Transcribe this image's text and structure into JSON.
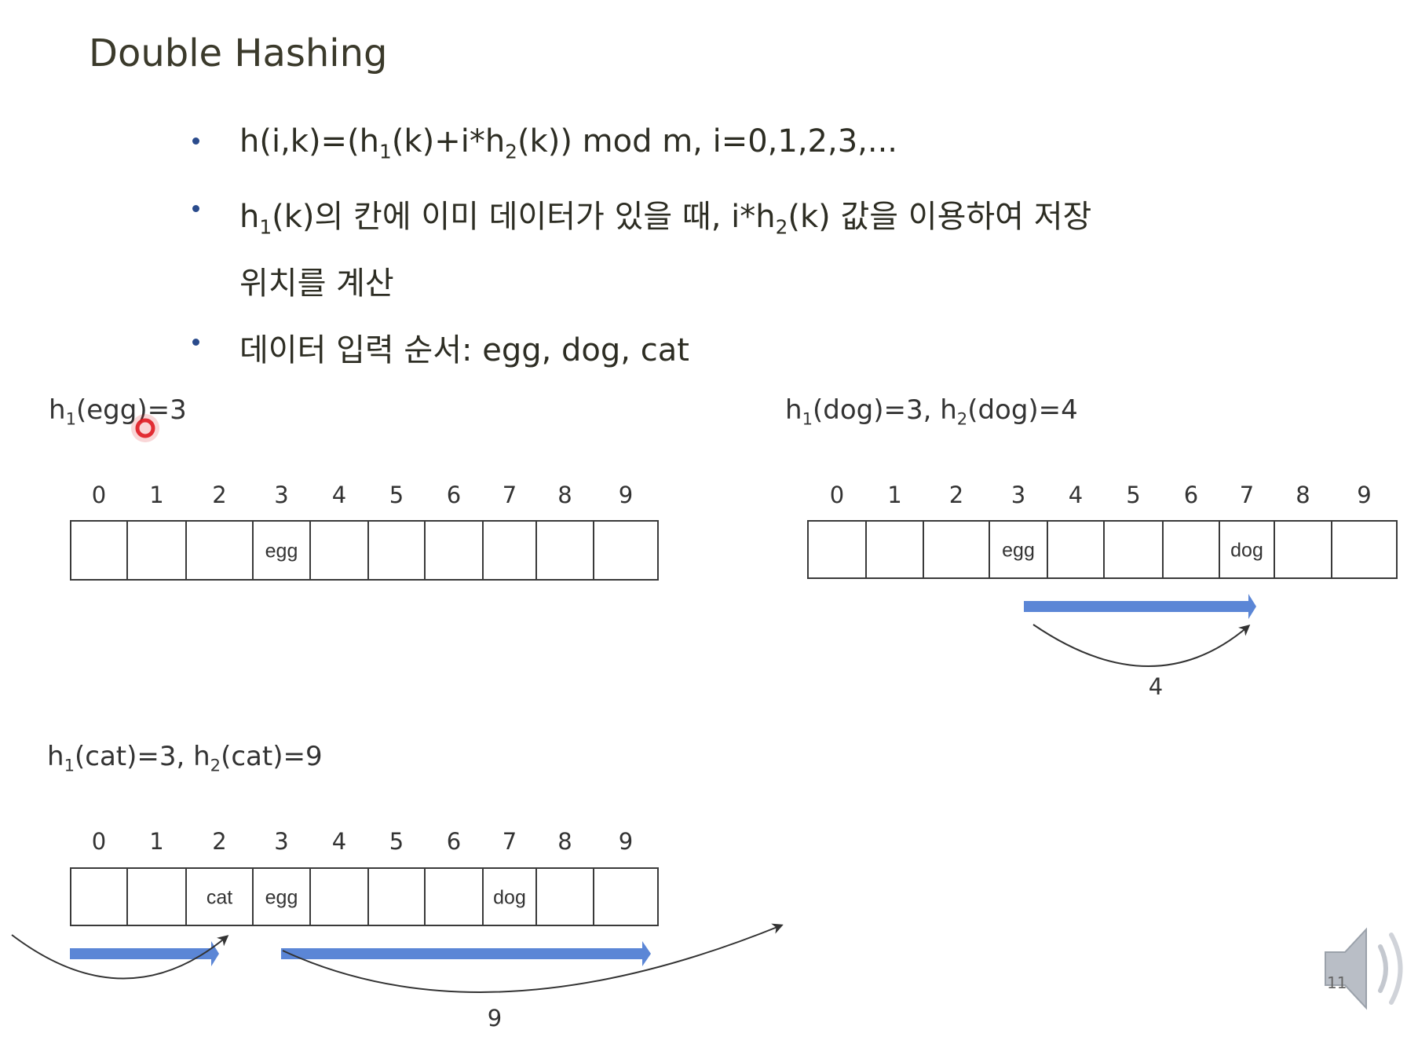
{
  "slide": {
    "title": "Double Hashing",
    "bullets": [
      {
        "parts": [
          "h(i,k)=(h",
          "1",
          "(k)+i*h",
          "2",
          "(k)) mod m, i=0,1,2,3,..."
        ]
      },
      {
        "parts": [
          "h",
          "1",
          "(k)의 칸에 이미 데이터가 있을 때, i*h",
          "2",
          "(k) 값을 이용하여 저장"
        ],
        "continuation": "위치를 계산"
      },
      {
        "parts": [
          "데이터 입력 순서: egg, dog, cat"
        ]
      }
    ],
    "page_number": "11"
  },
  "tables": {
    "indices": [
      "0",
      "1",
      "2",
      "3",
      "4",
      "5",
      "6",
      "7",
      "8",
      "9"
    ],
    "egg": {
      "caption": {
        "pre": "h",
        "sub": "1",
        "post": "(egg)=3"
      },
      "cells": [
        "",
        "",
        "",
        "egg",
        "",
        "",
        "",
        "",
        "",
        ""
      ]
    },
    "dog": {
      "caption": {
        "pre1": "h",
        "sub1": "1",
        "mid": "(dog)=3, h",
        "sub2": "2",
        "post": "(dog)=4"
      },
      "cells": [
        "",
        "",
        "",
        "egg",
        "",
        "",
        "",
        "dog",
        "",
        ""
      ],
      "step_label": "4"
    },
    "cat": {
      "caption": {
        "pre1": "h",
        "sub1": "1",
        "mid": "(cat)=3, h",
        "sub2": "2",
        "post": "(cat)=9"
      },
      "cells": [
        "",
        "",
        "cat",
        "egg",
        "",
        "",
        "",
        "dog",
        "",
        ""
      ],
      "step_label": "9"
    }
  },
  "colors": {
    "arrow_blue": "#5b86d6",
    "bullet_blue": "#2a4b8c",
    "cursor_red": "#e01b24"
  },
  "icons": [
    "speaker-icon",
    "cursor-marker-icon"
  ]
}
